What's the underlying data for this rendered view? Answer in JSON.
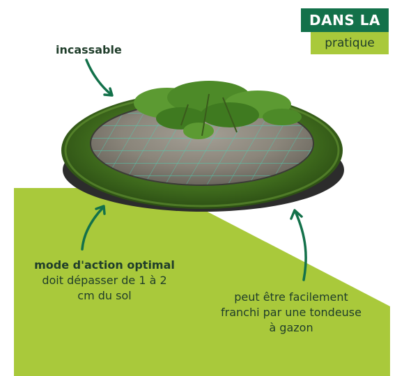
{
  "badge": {
    "title": "DANS LA",
    "subtitle": "pratique"
  },
  "labels": {
    "incassable": "incassable",
    "mode_title": "mode d'action optimal",
    "mode_line1": "doit dépasser de 1 à 2",
    "mode_line2": "cm du sol",
    "peut_line1": "peut être facilement",
    "peut_line2": "franchi par une tondeuse",
    "peut_line3": "à gazon"
  },
  "colors": {
    "accent_green": "#13714a",
    "lime": "#a9c93b",
    "arrow": "#13714a",
    "text": "#1f3d2a"
  }
}
